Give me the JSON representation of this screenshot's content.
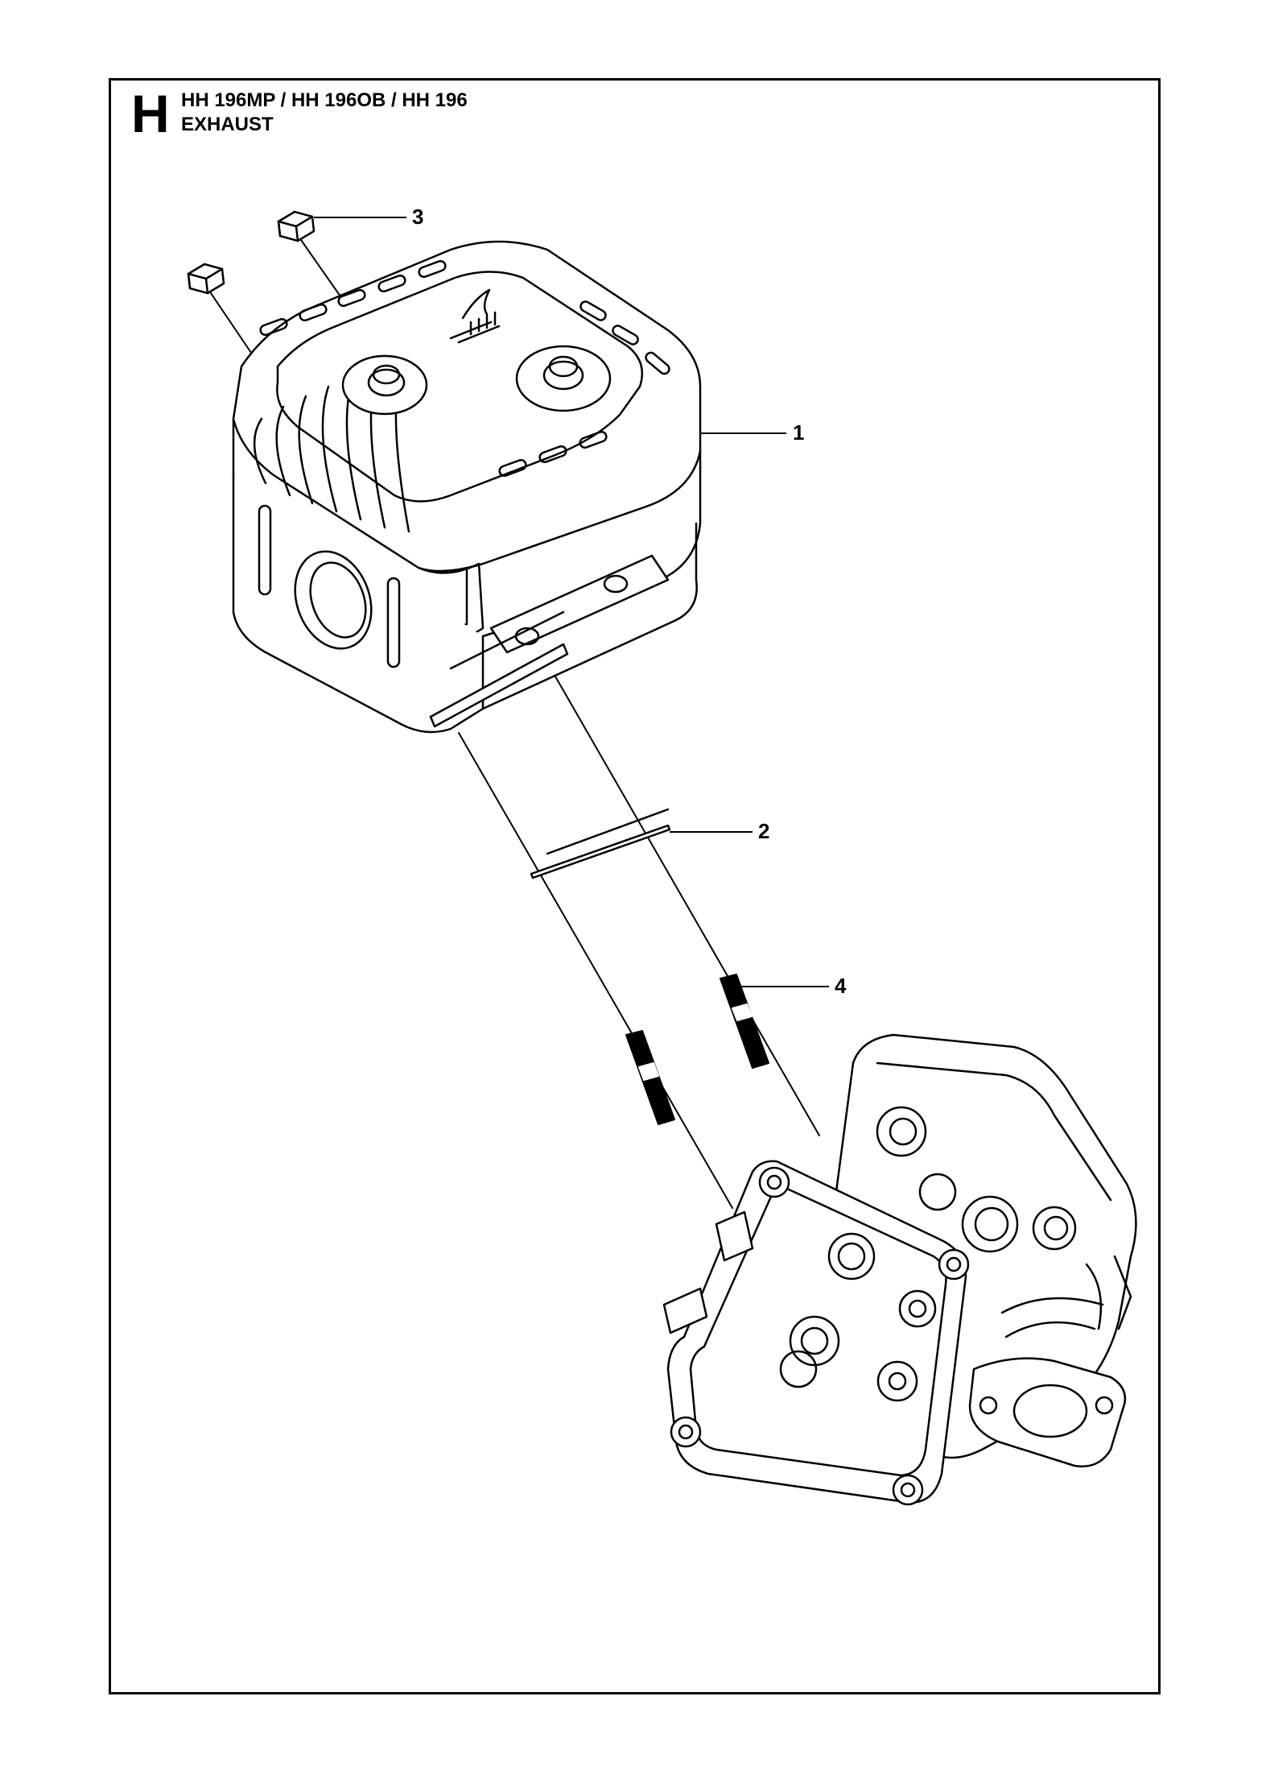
{
  "header": {
    "section_letter": "H",
    "models": "HH 196MP / HH 196OB / HH 196",
    "title": "EXHAUST"
  },
  "callouts": [
    {
      "number": "1",
      "part": "muffler"
    },
    {
      "number": "2",
      "part": "gasket"
    },
    {
      "number": "3",
      "part": "nut"
    },
    {
      "number": "4",
      "part": "stud"
    }
  ],
  "colors": {
    "line": "#000000",
    "background": "#ffffff"
  }
}
